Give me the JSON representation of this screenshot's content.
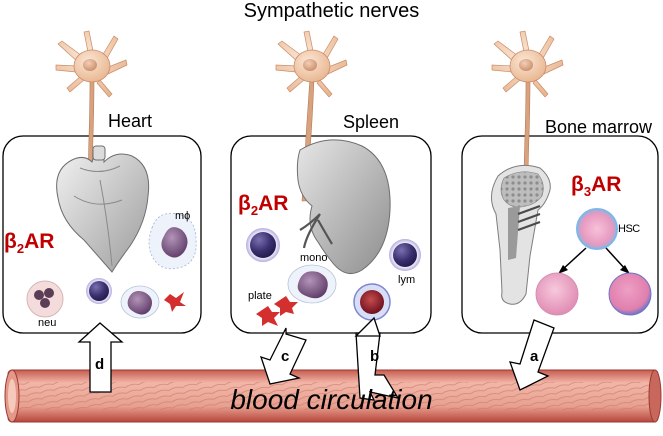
{
  "title": "Sympathetic nerves",
  "organs": {
    "heart": {
      "name": "Heart",
      "receptor_base": "β",
      "receptor_sub": "2",
      "receptor_suffix": "AR",
      "cells": {
        "macrophage": "mϕ",
        "neutrophil": "neu"
      }
    },
    "spleen": {
      "name": "Spleen",
      "receptor_base": "β",
      "receptor_sub": "2",
      "receptor_suffix": "AR",
      "cells": {
        "monocyte": "mono",
        "platelet": "plate",
        "lymphocyte": "lym"
      }
    },
    "bone_marrow": {
      "name": "Bone marrow",
      "receptor_base": "β",
      "receptor_sub": "3",
      "receptor_suffix": "AR",
      "cells": {
        "stem_cell": "HSC"
      }
    }
  },
  "arrows": {
    "a": "a",
    "b": "b",
    "c": "c",
    "d": "d"
  },
  "vessel_label": "blood circulation",
  "colors": {
    "receptor": "#c00000",
    "neuron": "#f6d5b8",
    "vessel": "#e8a79a"
  }
}
